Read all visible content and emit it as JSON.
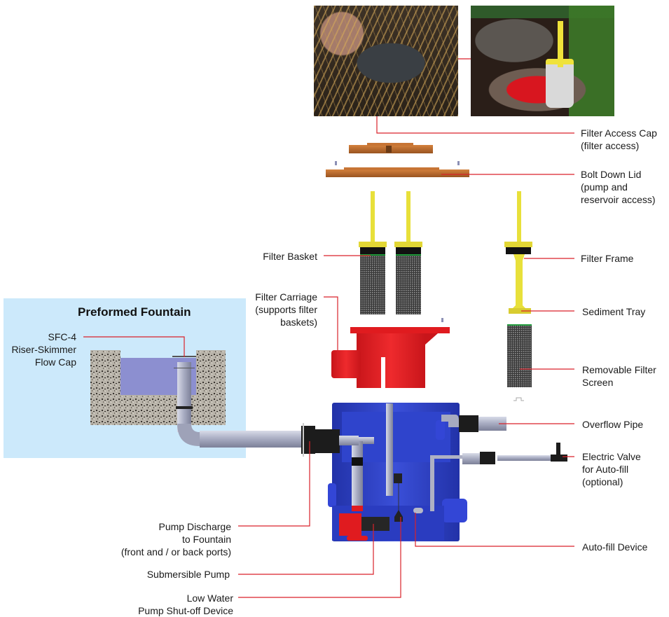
{
  "diagram": {
    "fountain_panel": {
      "title": "Preformed Fountain",
      "background": "#cce9fb"
    },
    "leader_color": "#d9222a",
    "labels_right": [
      {
        "id": "filter-access-cap",
        "lines": [
          "Filter Access Cap",
          "(filter access)"
        ]
      },
      {
        "id": "bolt-down-lid",
        "lines": [
          "Bolt Down Lid",
          "(pump and",
          "reservoir access)"
        ]
      },
      {
        "id": "filter-frame",
        "lines": [
          "Filter Frame"
        ]
      },
      {
        "id": "sediment-tray",
        "lines": [
          "Sediment Tray"
        ]
      },
      {
        "id": "removable-filter-screen",
        "lines": [
          "Removable Filter",
          "Screen"
        ]
      },
      {
        "id": "overflow-pipe",
        "lines": [
          "Overflow Pipe"
        ]
      },
      {
        "id": "electric-valve",
        "lines": [
          "Electric Valve",
          "for Auto-fill",
          "(optional)"
        ]
      },
      {
        "id": "auto-fill-device",
        "lines": [
          "Auto-fill Device"
        ]
      }
    ],
    "labels_left": [
      {
        "id": "filter-basket",
        "lines": [
          "Filter Basket"
        ]
      },
      {
        "id": "filter-carriage",
        "lines": [
          "Filter Carriage",
          "(supports filter",
          "baskets)"
        ]
      },
      {
        "id": "sfc-4",
        "lines": [
          "SFC-4",
          "Riser-Skimmer",
          "Flow Cap"
        ]
      },
      {
        "id": "pump-discharge",
        "lines": [
          "Pump Discharge",
          "to Fountain",
          "(front and / or back ports)"
        ]
      },
      {
        "id": "submersible-pump",
        "lines": [
          "Submersible Pump"
        ]
      },
      {
        "id": "low-water-shutoff",
        "lines": [
          "Low Water",
          "Pump Shut-off Device"
        ]
      }
    ],
    "photos": [
      {
        "id": "installed-lid-photo",
        "description": "Installed access lid among ornamental grass"
      },
      {
        "id": "open-lid-photo",
        "description": "Open lid with filter basket being lifted out"
      }
    ],
    "colors": {
      "lid_brown": "#b8672a",
      "filter_yellow": "#e8e03a",
      "carriage_red": "#e01b1f",
      "housing_blue": "#2c3fc4",
      "pipe_gray": "#a9adc2",
      "fitting_black": "#1c1c1c",
      "screen_gray": "#5a5a5a"
    }
  }
}
